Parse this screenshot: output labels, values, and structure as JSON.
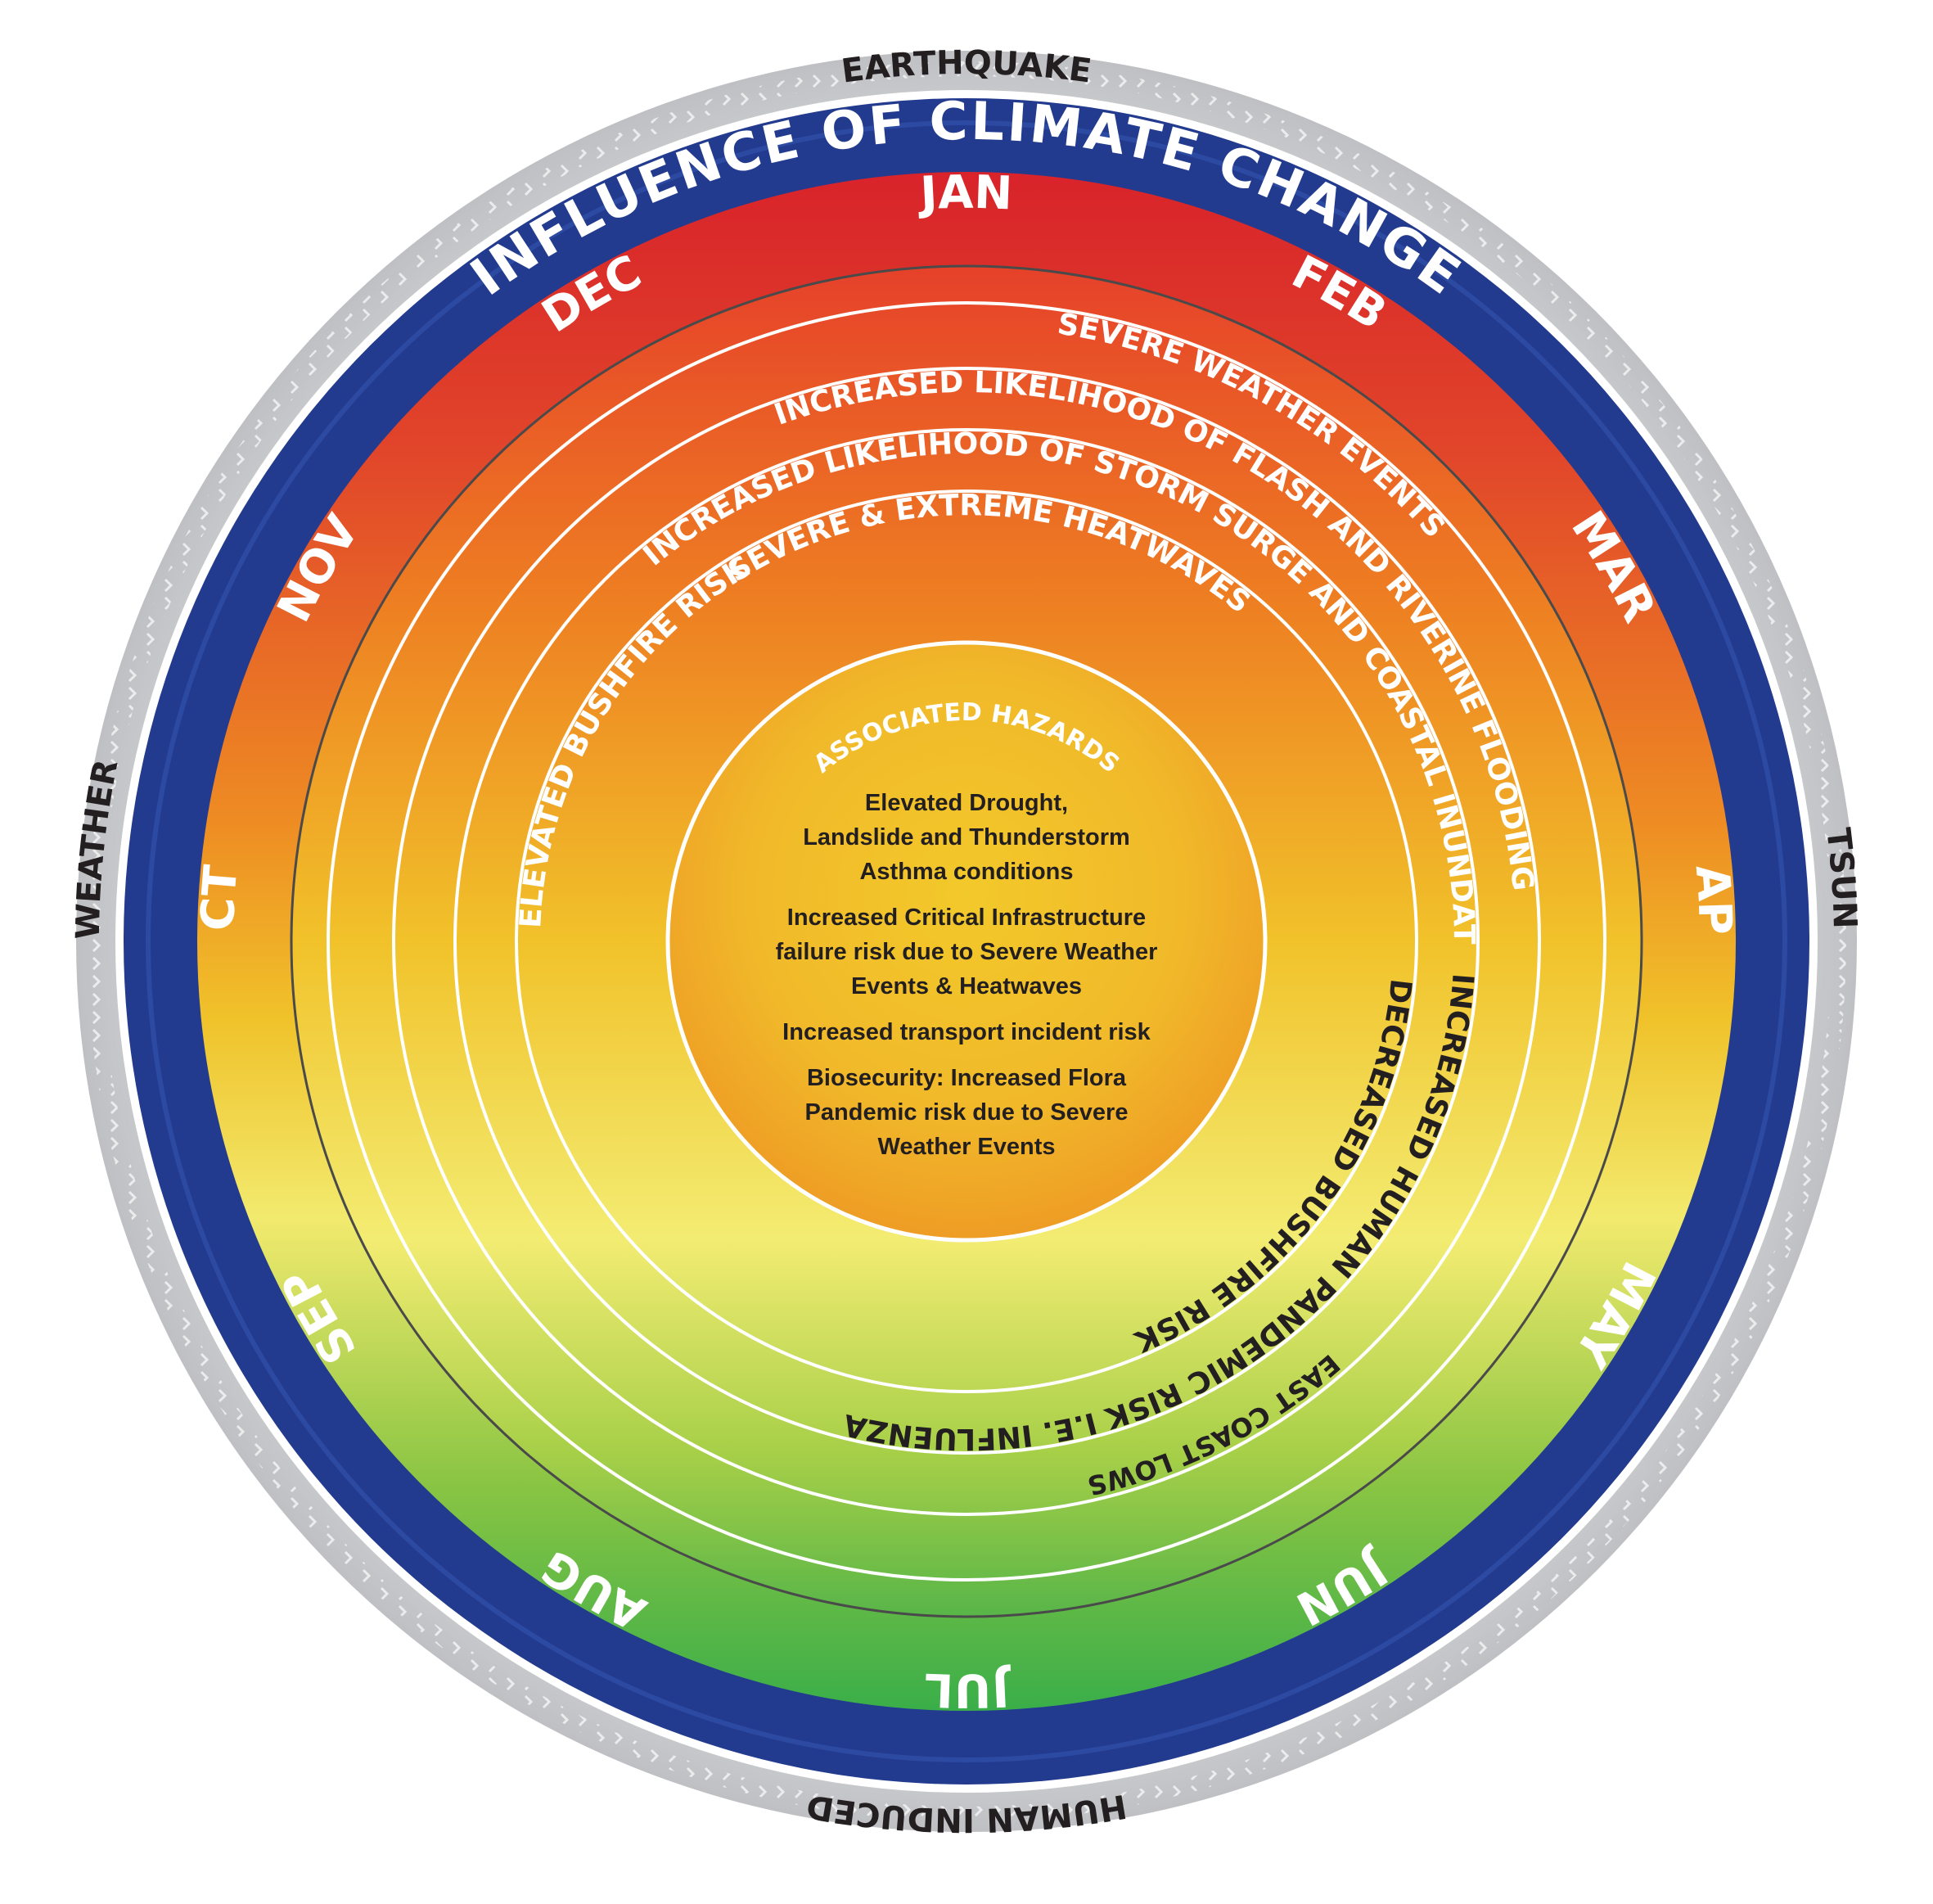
{
  "outer_hazards": {
    "top": "EARTHQUAKE",
    "right": "TSUNAMI",
    "bottom": "HUMAN INDUCED",
    "left": "SPACE WEATHER"
  },
  "climate_banner": "INFLUENCE OF CLIMATE CHANGE",
  "months": {
    "jan": "JAN",
    "feb": "FEB",
    "mar": "MAR",
    "apr": "APR",
    "may": "MAY",
    "jun": "JUN",
    "jul": "JUL",
    "aug": "AUG",
    "sep": "SEP",
    "oct": "OCT",
    "nov": "NOV",
    "dec": "DEC"
  },
  "seasonal_risks": {
    "severe_weather": "SEVERE WEATHER EVENTS",
    "flash_flooding": "INCREASED LIKELIHOOD OF FLASH AND RIVERINE FLOODING",
    "storm_surge": "INCREASED LIKELIHOOD OF STORM SURGE AND COASTAL INUNDATION",
    "heatwaves": "SEVERE & EXTREME HEATWAVES",
    "elevated_bushfire": "ELEVATED BUSHFIRE RISK",
    "decreased_bushfire": "DECREASED BUSHFIRE RISK",
    "pandemic": "INCREASED HUMAN PANDEMIC RISK I.E. INFLUENZA",
    "east_coast_lows": "EAST COAST LOWS"
  },
  "associated_hazards": {
    "title": "ASSOCIATED HAZARDS",
    "items": [
      [
        "Elevated Drought,",
        "Landslide and Thunderstorm",
        "Asthma conditions"
      ],
      [
        "Increased Critical Infrastructure",
        "failure risk due to Severe Weather",
        "Events & Heatwaves"
      ],
      [
        "Increased transport incident risk"
      ],
      [
        "Biosecurity: Increased Flora",
        "Pandemic risk due to Severe",
        "Weather Events"
      ]
    ]
  },
  "colors": {
    "outer_ring": "#cfd0d2",
    "climate_ring": "#233b8e",
    "red": "#d8232a",
    "orange": "#ee7d22",
    "yellow": "#f2e86a",
    "green": "#3fae49",
    "text_dark": "#231f20",
    "text_light": "#ffffff",
    "chevron_dark": "#5a5a5a"
  }
}
